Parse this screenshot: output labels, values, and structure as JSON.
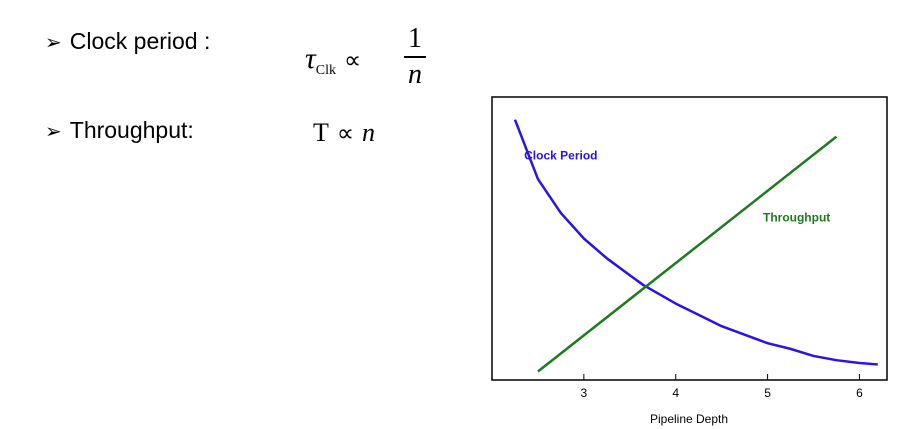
{
  "bullets": {
    "arrow": "➢",
    "clock_label": "Clock period :",
    "throughput_label": "Throughput:"
  },
  "formulas": {
    "clock": {
      "symbol": "τ",
      "subscript": "Clk",
      "relation": "∝",
      "numerator": "1",
      "denominator": "n"
    },
    "throughput": {
      "symbol": "T",
      "relation": "∝",
      "variable": "n"
    }
  },
  "chart_data": {
    "type": "line",
    "xlabel": "Pipeline Depth",
    "ylabel": "",
    "xlim": [
      2.0,
      6.3
    ],
    "ylim": [
      0,
      1
    ],
    "xticks": [
      3,
      4,
      5,
      6
    ],
    "grid": false,
    "series": [
      {
        "name": "Clock Period",
        "color": "#2a13e6",
        "x": [
          2.25,
          2.5,
          2.75,
          3.0,
          3.25,
          3.5,
          3.65,
          4.0,
          4.25,
          4.5,
          4.75,
          5.0,
          5.25,
          5.5,
          5.75,
          6.0,
          6.2
        ],
        "y": [
          0.92,
          0.71,
          0.59,
          0.5,
          0.43,
          0.37,
          0.335,
          0.27,
          0.23,
          0.19,
          0.16,
          0.13,
          0.11,
          0.085,
          0.07,
          0.06,
          0.055
        ]
      },
      {
        "name": "Throughput",
        "color": "#1f7a1f",
        "x": [
          2.5,
          5.75
        ],
        "y": [
          0.03,
          0.86
        ]
      }
    ],
    "annotations": [
      {
        "text": "Clock Period",
        "x": 2.35,
        "y": 0.78,
        "color": "#2a13e6"
      },
      {
        "text": "Throughput",
        "x": 4.95,
        "y": 0.56,
        "color": "#1f7a1f"
      }
    ]
  }
}
